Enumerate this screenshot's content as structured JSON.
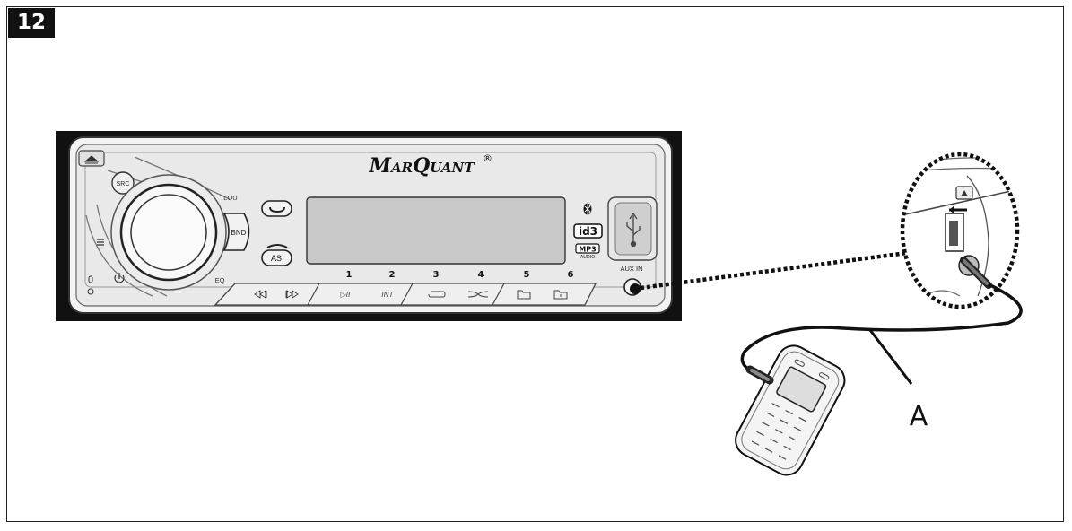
{
  "figure": {
    "number": "12"
  },
  "radio": {
    "brand": "MarQuant",
    "brand_mark": "®",
    "labels": {
      "src": "SRC",
      "lou": "LOU",
      "bnd": "BND",
      "as": "AS",
      "eq": "EQ",
      "id3": "id3",
      "mp3": "MP3",
      "audio": "AUDIO",
      "aux_in": "AUX IN",
      "int": "INT",
      "play_pause": "▷II"
    },
    "presets": [
      "1",
      "2",
      "3",
      "4",
      "5",
      "6"
    ]
  },
  "callout": {
    "label": "A"
  }
}
